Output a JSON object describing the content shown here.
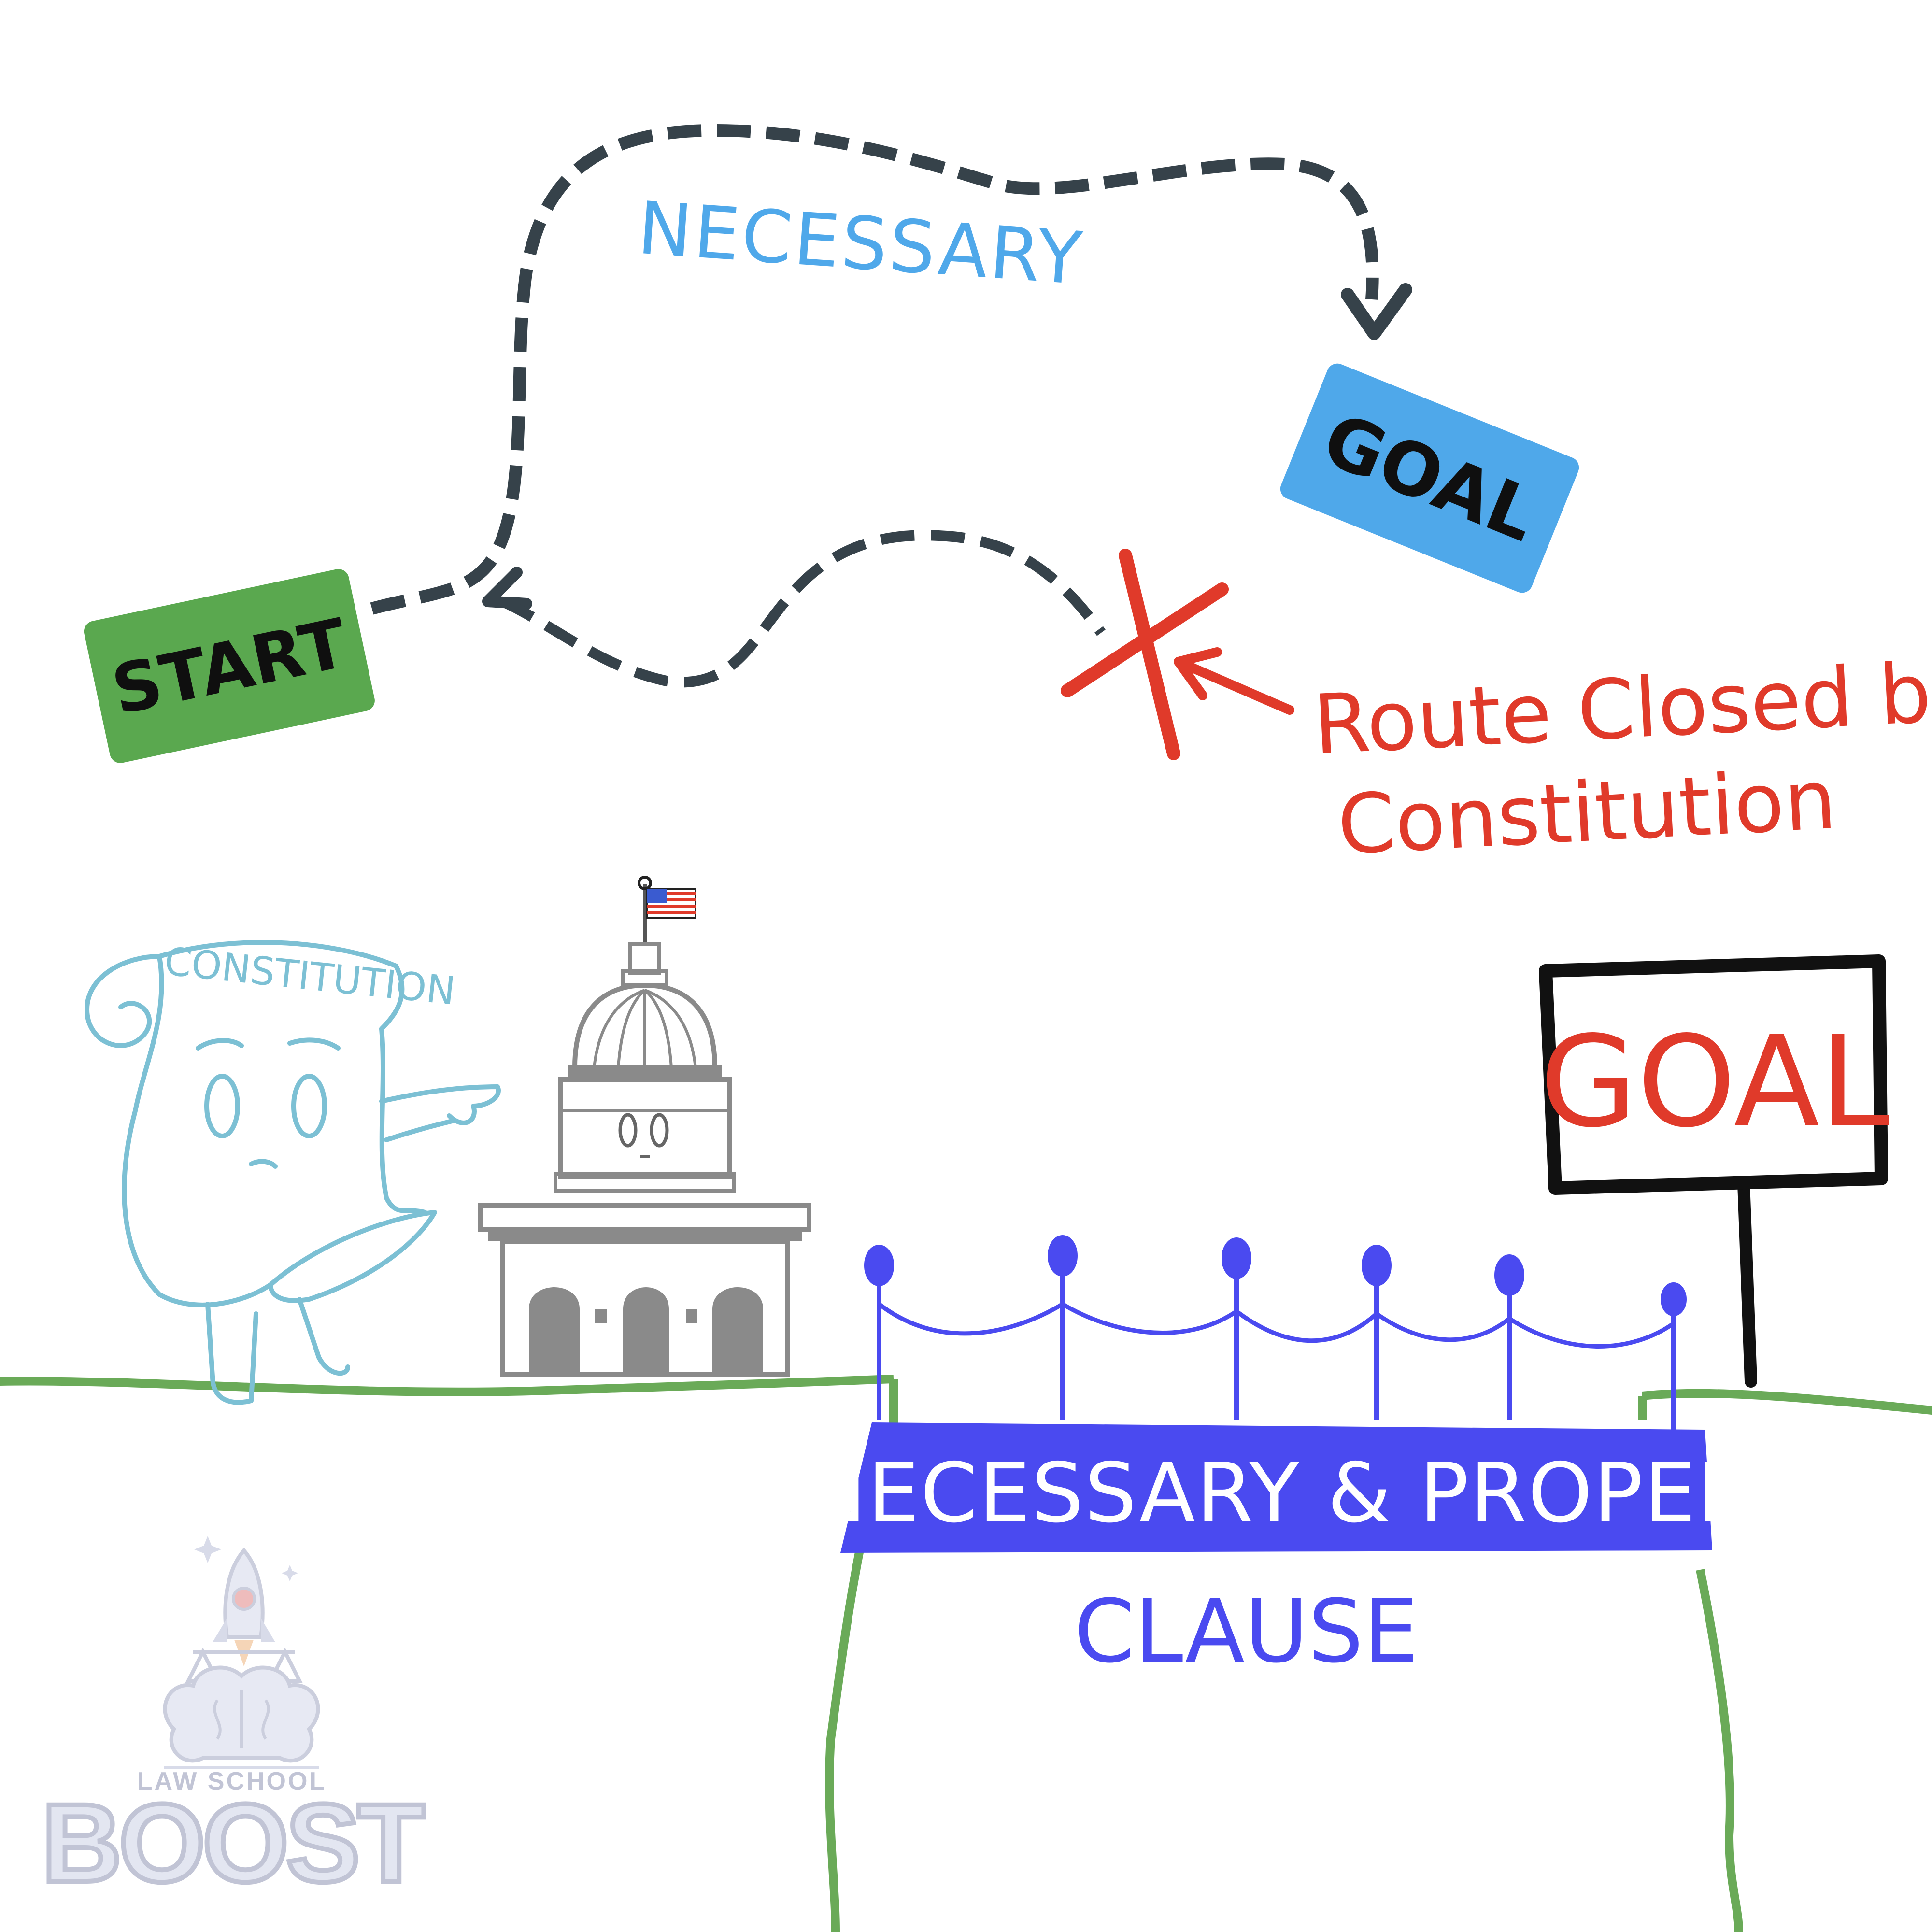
{
  "paths": {
    "necessary_label": "NECESSARY",
    "start_label": "START",
    "goal_top_label": "GOAL",
    "route_closed_line1": "Route Closed by",
    "route_closed_line2": "Constitution"
  },
  "characters": {
    "scroll_label": "CONSTITUTION"
  },
  "sign": {
    "label": "GOAL"
  },
  "bridge": {
    "banner_label": "NECESSARY & PROPER",
    "sub_label": "CLAUSE"
  },
  "logo": {
    "line1": "LAW SCHOOL",
    "line2": "BOOST"
  },
  "colors": {
    "dash_path": "#36424a",
    "necessary_blue": "#4fa8ea",
    "start_green": "#5aa84f",
    "goal_blue": "#4fa8ea",
    "route_red": "#e03a2a",
    "scroll_cyan": "#7cc0d4",
    "capitol_gray": "#8a8a8a",
    "bridge_blue": "#4a4af0",
    "ground_green": "#6aaa58",
    "sign_black": "#111111",
    "sign_red": "#e03a2a"
  }
}
